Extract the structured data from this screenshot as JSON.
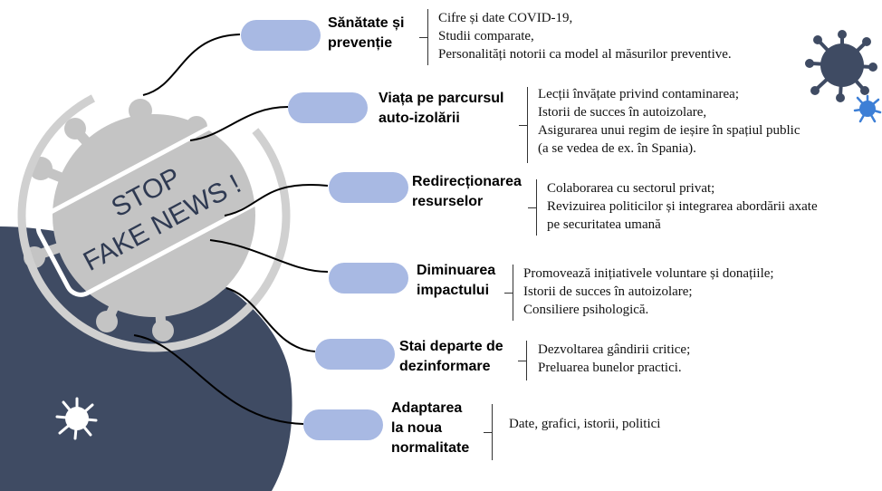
{
  "stamp": {
    "line1": "STOP",
    "line2": "FAKE NEWS !"
  },
  "colors": {
    "navy": "#3f4b63",
    "pill": "#a8b9e3",
    "virus_grey": "#c5c5c5",
    "virus_blue": "#3d7fd6"
  },
  "nodes": [
    {
      "title": [
        "Sănătate și",
        "prevenție"
      ],
      "items": [
        "Cifre și date COVID-19,",
        "Studii comparate,",
        "Personalități notorii ca model al măsurilor preventive."
      ]
    },
    {
      "title": [
        "Viața pe parcursul",
        "auto-izolării"
      ],
      "items": [
        "Lecții învățate privind contaminarea;",
        "Istorii de succes în autoizolare,",
        "Asigurarea unui regim de ieșire în spațiul public",
        "(a se vedea de ex. în Spania)."
      ]
    },
    {
      "title": [
        "Redirecționarea",
        "resurselor"
      ],
      "items": [
        "Colaborarea cu sectorul privat;",
        "Revizuirea politicilor și integrarea abordării axate",
        "pe securitatea umană"
      ]
    },
    {
      "title": [
        "Diminuarea",
        "impactului"
      ],
      "items": [
        "Promovează inițiativele voluntare și donațiile;",
        "Istorii de succes în autoizolare;",
        "Consiliere psihologică."
      ]
    },
    {
      "title": [
        "Stai departe de",
        "dezinformare"
      ],
      "items": [
        "Dezvoltarea gândirii critice;",
        "Preluarea bunelor practici."
      ]
    },
    {
      "title": [
        "Adaptarea",
        "la noua",
        "normalitate"
      ],
      "items": [
        "Date, grafici, istorii, politici"
      ]
    }
  ]
}
